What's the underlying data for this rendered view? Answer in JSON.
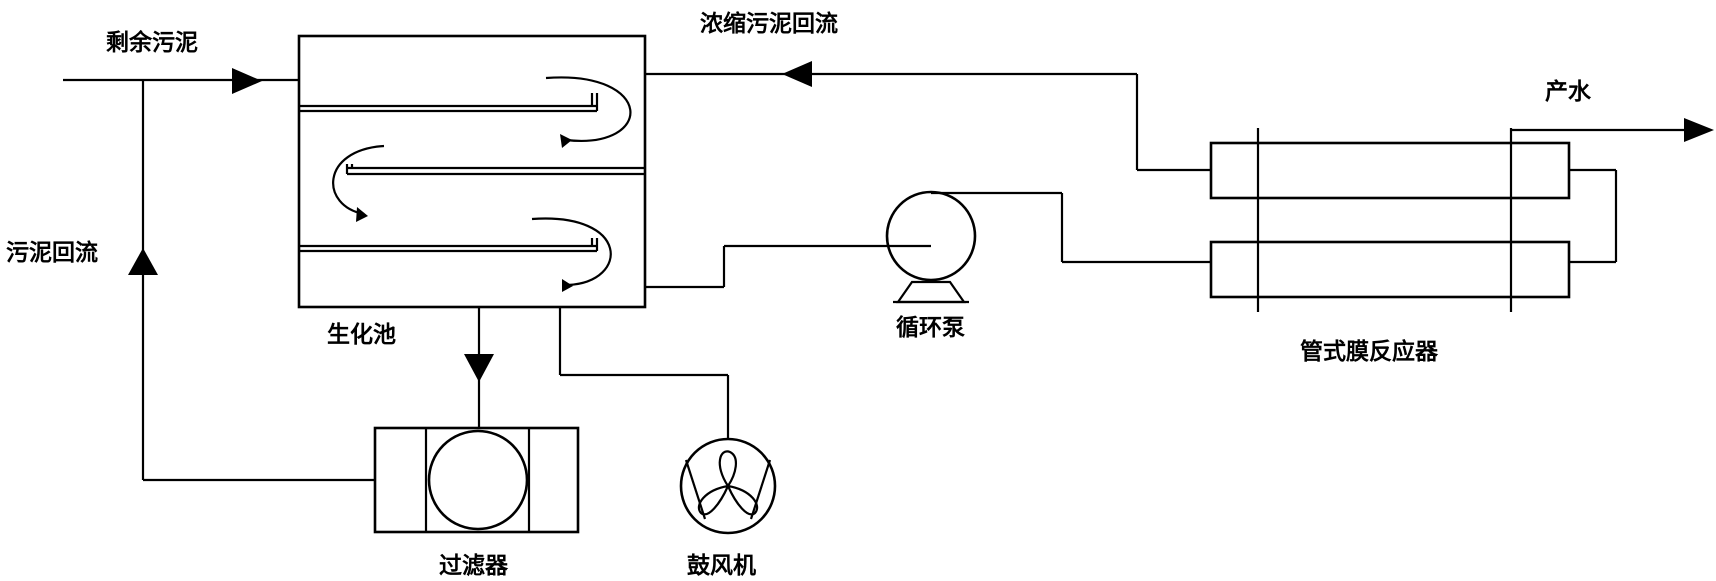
{
  "labels": {
    "excess_sludge": "剩余污泥",
    "concentrated_return": "浓缩污泥回流",
    "sludge_return": "污泥回流",
    "product_water": "产水",
    "bio_tank": "生化池",
    "circ_pump": "循环泵",
    "tubular_mbr": "管式膜反应器",
    "filter": "过滤器",
    "blower": "鼓风机"
  },
  "icons": {
    "pump": "centrifugal-pump-icon",
    "blower": "blower-fan-icon",
    "filter": "filter-unit-icon"
  },
  "colors": {
    "stroke": "#000000",
    "background": "#ffffff"
  }
}
